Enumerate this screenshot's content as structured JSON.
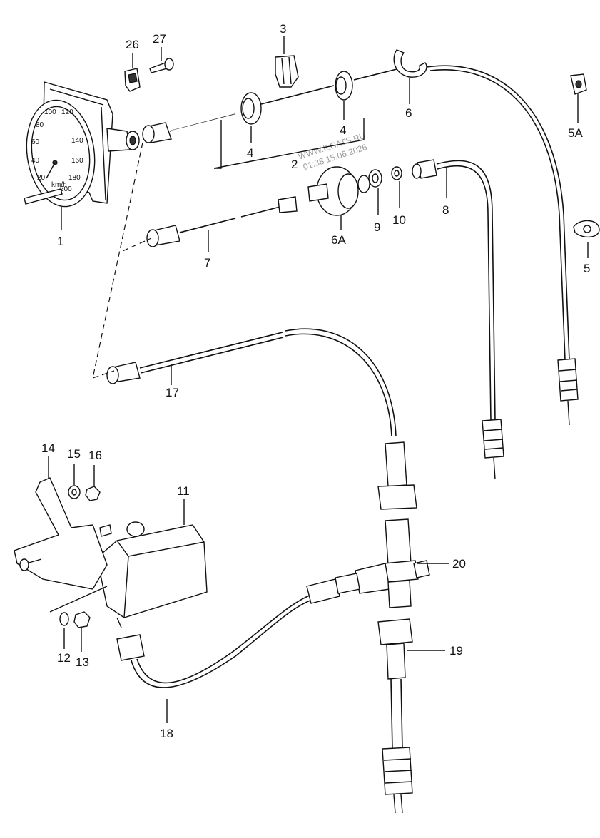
{
  "watermark": {
    "line1": "WWW.ILCATS.RU",
    "line2": "01:38 15.06.2026"
  },
  "labels": {
    "p1": "1",
    "p2": "2",
    "p3": "3",
    "p4a": "4",
    "p4b": "4",
    "p5": "5",
    "p5a": "5A",
    "p6": "6",
    "p6a": "6A",
    "p7": "7",
    "p8": "8",
    "p9": "9",
    "p10": "10",
    "p11": "11",
    "p12": "12",
    "p13": "13",
    "p14": "14",
    "p15": "15",
    "p16": "16",
    "p17": "17",
    "p18": "18",
    "p19": "19",
    "p20": "20",
    "p26": "26",
    "p27": "27"
  },
  "gauge_ticks": [
    "20",
    "40",
    "60",
    "80",
    "100",
    "120",
    "140",
    "160",
    "180",
    "200"
  ],
  "gauge_unit": "km/h"
}
